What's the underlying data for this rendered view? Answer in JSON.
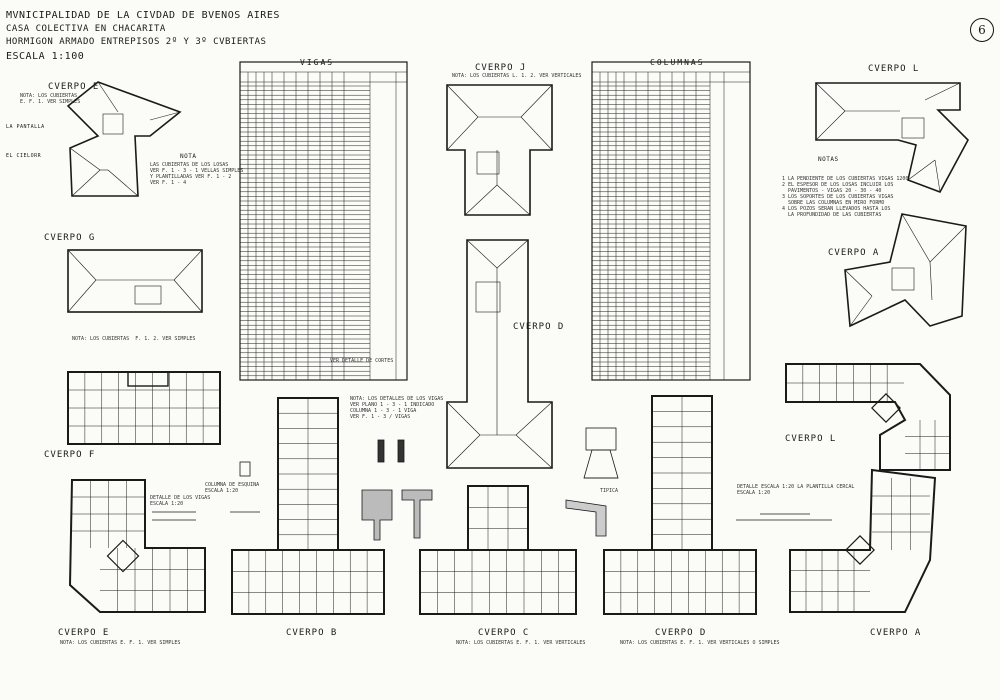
{
  "title_block": {
    "line1": "MVNICIPALIDAD DE LA CIVDAD DE BVENOS AIRES",
    "line2": "CASA COLECTIVA EN CHACARITA",
    "line3": "HORMIGON ARMADO   ENTREPISOS 2º Y 3º   CVBIERTAS",
    "line4": "ESCALA 1:100"
  },
  "plate_number": "6",
  "side_labels": {
    "la_pantalla": "LA PANTALLA",
    "el_cielo": "EL CIELORR"
  },
  "tables": {
    "vigas_title": "VIGAS",
    "columnas_title": "COLUMNAS"
  },
  "body_labels": {
    "roof_E_top": "CVERPO E",
    "roof_G": "CVERPO G",
    "roof_J": "CVERPO J",
    "roof_D": "CVERPO D",
    "roof_L_top": "CVERPO L",
    "roof_A_top": "CVERPO A",
    "plan_F": "CVERPO F",
    "plan_E": "CVERPO E",
    "plan_B": "CVERPO B",
    "plan_C": "CVERPO C",
    "plan_D": "CVERPO D",
    "plan_L": "CVERPO L",
    "plan_A": "CVERPO A"
  },
  "notes": {
    "nota_left_title": "NOTA",
    "nota_left_text": "LAS CUBIERTAS DE LOS LOSAS\nVER F. 1 - 3 - 1 VELLAS SIMPLES\nY PLANTILLADAS VER F. 1 - 2\nVER F. 1 - 4",
    "nota_right_title": "NOTAS",
    "nota_right_text": "1 LA PENDIENTE DE LOS CUBIERTAS VIGAS 1200\n2 EL ESPESOR DE LOS LOSAS INCLUIR LOS\n  PAVIMENTOS - VIGAS 20 - 30 - 40\n3 LOS SOPORTES DE LOS CUBIERTAS VIGAS\n  SOBRE LAS COLUMNAS EN MIRO FORMO\n4 LOS POZOS SERAN LLEVADOS HASTA LOS\n  LA PROFUNDIDAD DE LAS CUBIERTAS",
    "nota_center": "NOTA: LOS DETALLES DE LOS VIGAS\nVER PLANO 1 - 3 - 1 INDICADO\nCOLUMNA 1 - 3 - 1 VIGA\nVER F. 1 - 3 / VIGAS",
    "nota_G": "NOTA: LOS CUBIERTAS  F. 1. 2. VER SIMPLES",
    "nota_E_top": "NOTA: LOS CUBIERTAS\nE. F. 1. VER SIMPLES",
    "nota_J": "NOTA: LOS CUBIERTAS L. 1. 2. VER VERTICALES",
    "note_plan_E": "NOTA: LOS CUBIERTAS E. F. 1. VER SIMPLES",
    "note_plan_C": "NOTA: LOS CUBIERTAS E. F. 1. VER VERTICALES",
    "note_plan_D": "NOTA: LOS CUBIERTAS E. F. 1. VER VERTICALES O SIMPLES",
    "detail_left": "DETALLE DE LOS VIGAS\nESCALA 1:20",
    "detail_left2": "COLUMNA DE ESQUINA\nESCALA 1:20",
    "detail_mid": "TIPICA",
    "detail_right": "DETALLE ESCALA 1:20 LA PLANTILLA CERCAL\nESCALA 1:20",
    "table_footer": "VER DETALLE DE CORTES"
  }
}
